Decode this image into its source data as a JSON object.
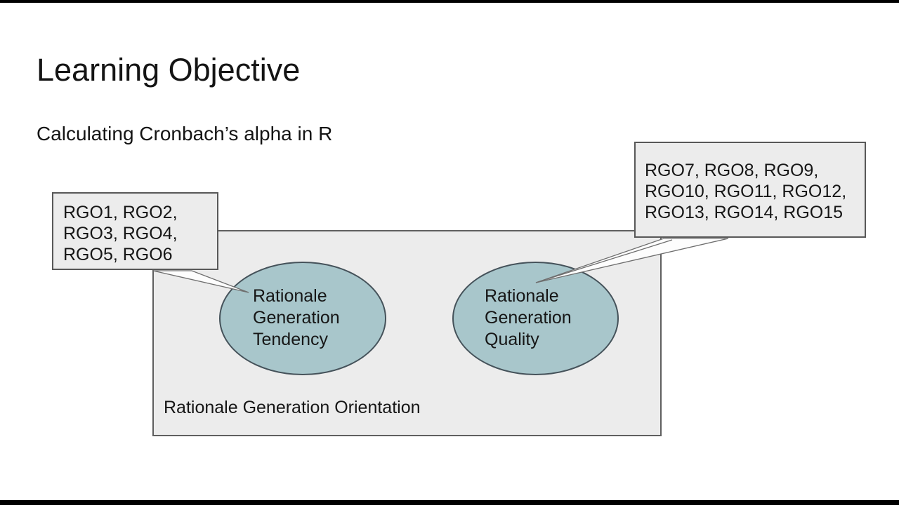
{
  "slide": {
    "title": "Learning Objective",
    "subtitle": "Calculating Cronbach’s alpha in R"
  },
  "diagram": {
    "container": {
      "label": "Rationale Generation Orientation"
    },
    "ellipses": [
      {
        "id": "tendency",
        "label": "Rationale Generation Tendency",
        "label_lines": [
          "Rationale",
          "Generation",
          "Tendency"
        ]
      },
      {
        "id": "quality",
        "label": "Rationale Generation Quality",
        "label_lines": [
          "Rationale",
          "Generation",
          "Quality"
        ]
      }
    ],
    "callouts": [
      {
        "points_to": "Rationale Generation Tendency",
        "lines": [
          "RGO1, RGO2,",
          "RGO3, RGO4,",
          "RGO5, RGO6"
        ]
      },
      {
        "points_to": "Rationale Generation Quality",
        "lines": [
          "RGO7, RGO8, RGO9,",
          "RGO10, RGO11, RGO12,",
          "RGO13, RGO14, RGO15"
        ]
      }
    ]
  },
  "colors": {
    "letterbox": "#000000",
    "slide_background": "#ffffff",
    "shape_fill_gray": "#ececec",
    "shape_border_gray": "#5f5f5f",
    "ellipse_fill": "#a8c6cb",
    "ellipse_border": "#45525a",
    "text": "#141414"
  }
}
